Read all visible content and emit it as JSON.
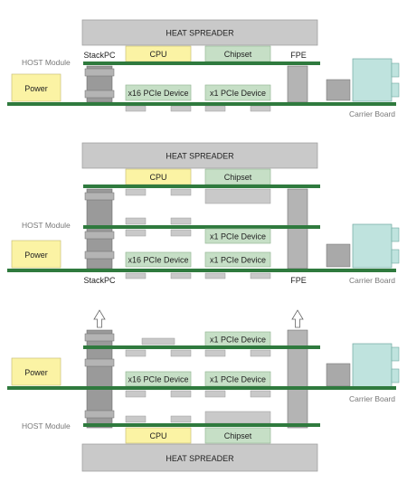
{
  "labels": {
    "heat_spreader": "HEAT SPREADER",
    "host_module": "HOST Module",
    "stackpc": "StackPC",
    "fpe": "FPE",
    "cpu": "CPU",
    "chipset": "Chipset",
    "power": "Power",
    "x16_pcie": "x16 PCIe Device",
    "x1_pcie": "x1 PCIe Device",
    "carrier_board": "Carrier Board"
  },
  "colors": {
    "board": "#2f7a3e",
    "board_dark": "#1f5a2c",
    "component": "#c9c9c9",
    "component_dark": "#a9a9a9",
    "connector": "#9a9a9a",
    "connector_dark": "#6f6f6f",
    "cpu": "#fbf3a4",
    "chipset": "#c6dfc6",
    "power": "#fbf3a4",
    "io_block": "#bfe3de",
    "arrow": "#ffffff"
  }
}
